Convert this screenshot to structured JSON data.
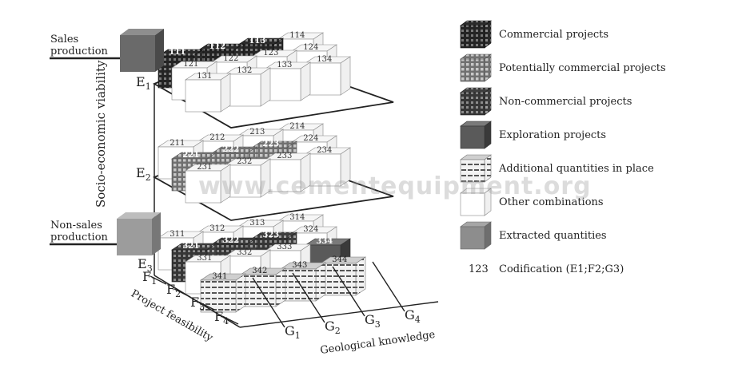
{
  "axes": {
    "vertical_title": "Socio-economic viability",
    "f_title": "Project feasibility",
    "g_title": "Geological knowledge",
    "e_levels": [
      "E1",
      "E2",
      "E3"
    ],
    "f_levels": [
      "F1",
      "F2",
      "F3",
      "F4"
    ],
    "g_levels": [
      "G1",
      "G2",
      "G3",
      "G4"
    ]
  },
  "side_labels": {
    "sales": [
      "Sales",
      "production"
    ],
    "nonsales": [
      "Non-sales",
      "production"
    ]
  },
  "watermark": "www.cementequipment.org",
  "legend": [
    {
      "style": "commercial",
      "label": "Commercial projects"
    },
    {
      "style": "potential",
      "label": "Potentially commercial projects"
    },
    {
      "style": "noncommercial",
      "label": "Non-commercial projects"
    },
    {
      "style": "exploration",
      "label": "Exploration projects"
    },
    {
      "style": "additional",
      "label": "Additional quantities in place"
    },
    {
      "style": "other",
      "label": "Other combinations"
    },
    {
      "style": "extracted",
      "label": "Extracted quantities"
    },
    {
      "style": "code",
      "code": "123",
      "label": "Codification (E1;F2;G3)"
    }
  ],
  "cubes": [
    {
      "code": "111",
      "style": "commercial"
    },
    {
      "code": "112",
      "style": "commercial"
    },
    {
      "code": "113",
      "style": "commercial"
    },
    {
      "code": "114",
      "style": "other"
    },
    {
      "code": "121",
      "style": "other"
    },
    {
      "code": "122",
      "style": "other"
    },
    {
      "code": "123",
      "style": "other"
    },
    {
      "code": "124",
      "style": "other"
    },
    {
      "code": "131",
      "style": "other"
    },
    {
      "code": "132",
      "style": "other"
    },
    {
      "code": "133",
      "style": "other"
    },
    {
      "code": "134",
      "style": "other"
    },
    {
      "code": "211",
      "style": "other"
    },
    {
      "code": "212",
      "style": "other"
    },
    {
      "code": "213",
      "style": "other"
    },
    {
      "code": "214",
      "style": "other"
    },
    {
      "code": "221",
      "style": "potential"
    },
    {
      "code": "222",
      "style": "potential"
    },
    {
      "code": "223",
      "style": "potential"
    },
    {
      "code": "224",
      "style": "other"
    },
    {
      "code": "231",
      "style": "other"
    },
    {
      "code": "232",
      "style": "other"
    },
    {
      "code": "233",
      "style": "other"
    },
    {
      "code": "234",
      "style": "other"
    },
    {
      "code": "311",
      "style": "other"
    },
    {
      "code": "312",
      "style": "other"
    },
    {
      "code": "313",
      "style": "other"
    },
    {
      "code": "314",
      "style": "other"
    },
    {
      "code": "321",
      "style": "noncommercial"
    },
    {
      "code": "322",
      "style": "noncommercial"
    },
    {
      "code": "323",
      "style": "noncommercial"
    },
    {
      "code": "324",
      "style": "other"
    },
    {
      "code": "331",
      "style": "other"
    },
    {
      "code": "332",
      "style": "other"
    },
    {
      "code": "333",
      "style": "other"
    },
    {
      "code": "334",
      "style": "exploration"
    },
    {
      "code": "341",
      "style": "additional"
    },
    {
      "code": "342",
      "style": "additional"
    },
    {
      "code": "343",
      "style": "additional"
    },
    {
      "code": "344",
      "style": "additional"
    }
  ]
}
